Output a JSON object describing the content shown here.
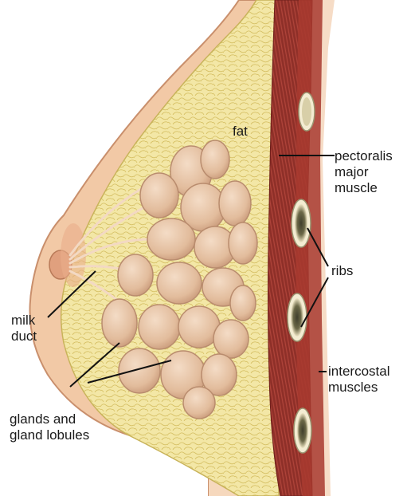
{
  "labels": {
    "fat": "fat",
    "pectoralis": [
      "pectoralis",
      "major",
      "muscle"
    ],
    "ribs": "ribs",
    "intercostal": [
      "intercostal",
      "muscles"
    ],
    "milk_duct": [
      "milk",
      "duct"
    ],
    "glands": [
      "glands and",
      "gland lobules"
    ]
  },
  "colors": {
    "skin": "#f2c9a6",
    "skin_shadow": "#e3a582",
    "fat": "#f3e7a6",
    "fat_cells": "#d9c46e",
    "gland": "#e9c9ad",
    "gland_edge": "#b98c6e",
    "muscle": "#8e2f28",
    "muscle_light": "#b8483c",
    "rib": "#f3ecd2",
    "rib_marrow": "#4b4a35",
    "leader_line": "#111111"
  }
}
